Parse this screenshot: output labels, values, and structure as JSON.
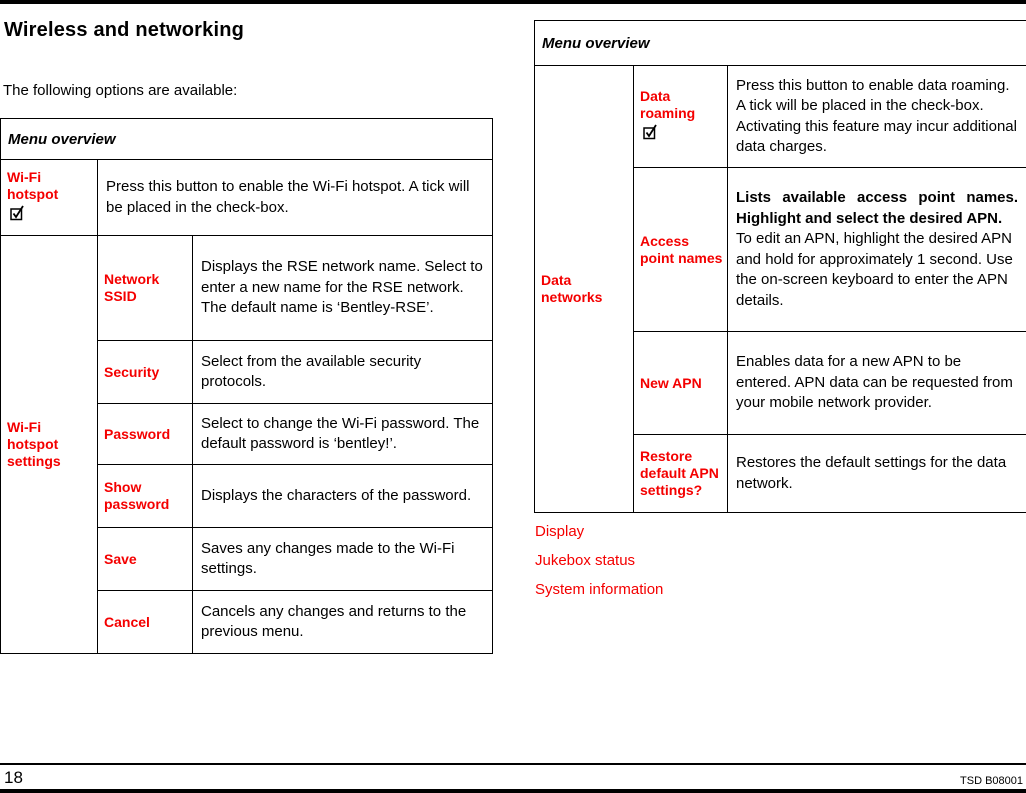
{
  "page": {
    "heading": "Wireless and networking",
    "intro": "The following options are available:",
    "page_number": "18",
    "doc_code": "TSD B08001"
  },
  "colors": {
    "accent_red": "#f40000",
    "text": "#000000",
    "border": "#000000"
  },
  "icons": {
    "checkbox": "checked-checkbox-icon"
  },
  "left_table": {
    "header": "Menu overview",
    "wifi_hotspot": {
      "label": "Wi-Fi hotspot",
      "desc": "Press this button to enable the Wi-Fi hotspot. A tick will be placed in the check-box."
    },
    "wifi_hotspot_settings": {
      "label": "Wi-Fi hotspot settings",
      "sub_rows": [
        {
          "label": "Network SSID",
          "desc": "Displays the RSE network name. Select to enter a new name for the RSE network. The default name is ‘Bentley-RSE’."
        },
        {
          "label": "Security",
          "desc": "Select from the available security protocols."
        },
        {
          "label": "Password",
          "desc": "Select to change the Wi-Fi password. The default password is ‘bentley!’."
        },
        {
          "label": "Show password",
          "desc": "Displays the characters of the password."
        },
        {
          "label": "Save",
          "desc": "Saves any changes made to the Wi-Fi settings."
        },
        {
          "label": "Cancel",
          "desc": "Cancels any changes and returns to the previous menu."
        }
      ]
    }
  },
  "right_table": {
    "header": "Menu overview",
    "group_label": "Data networks",
    "rows": [
      {
        "label": "Data roaming",
        "desc": "Press this button to enable data roaming. A tick will be placed in the check-box. Activating this feature may incur additional data charges."
      },
      {
        "label": "Access point names",
        "desc_bold": "Lists available access point names. Highlight and select the desired APN.",
        "desc": "To edit an APN, highlight the desired APN and hold for approximately 1 second. Use the on-screen keyboard to enter the APN details."
      },
      {
        "label": "New APN",
        "desc": "Enables data for a new APN to be entered. APN data can be requested from your mobile network provider."
      },
      {
        "label": "Restore default APN settings?",
        "desc": "Restores the default settings for the data network."
      }
    ]
  },
  "menu_links": [
    "Display",
    "Jukebox status",
    "System information"
  ]
}
